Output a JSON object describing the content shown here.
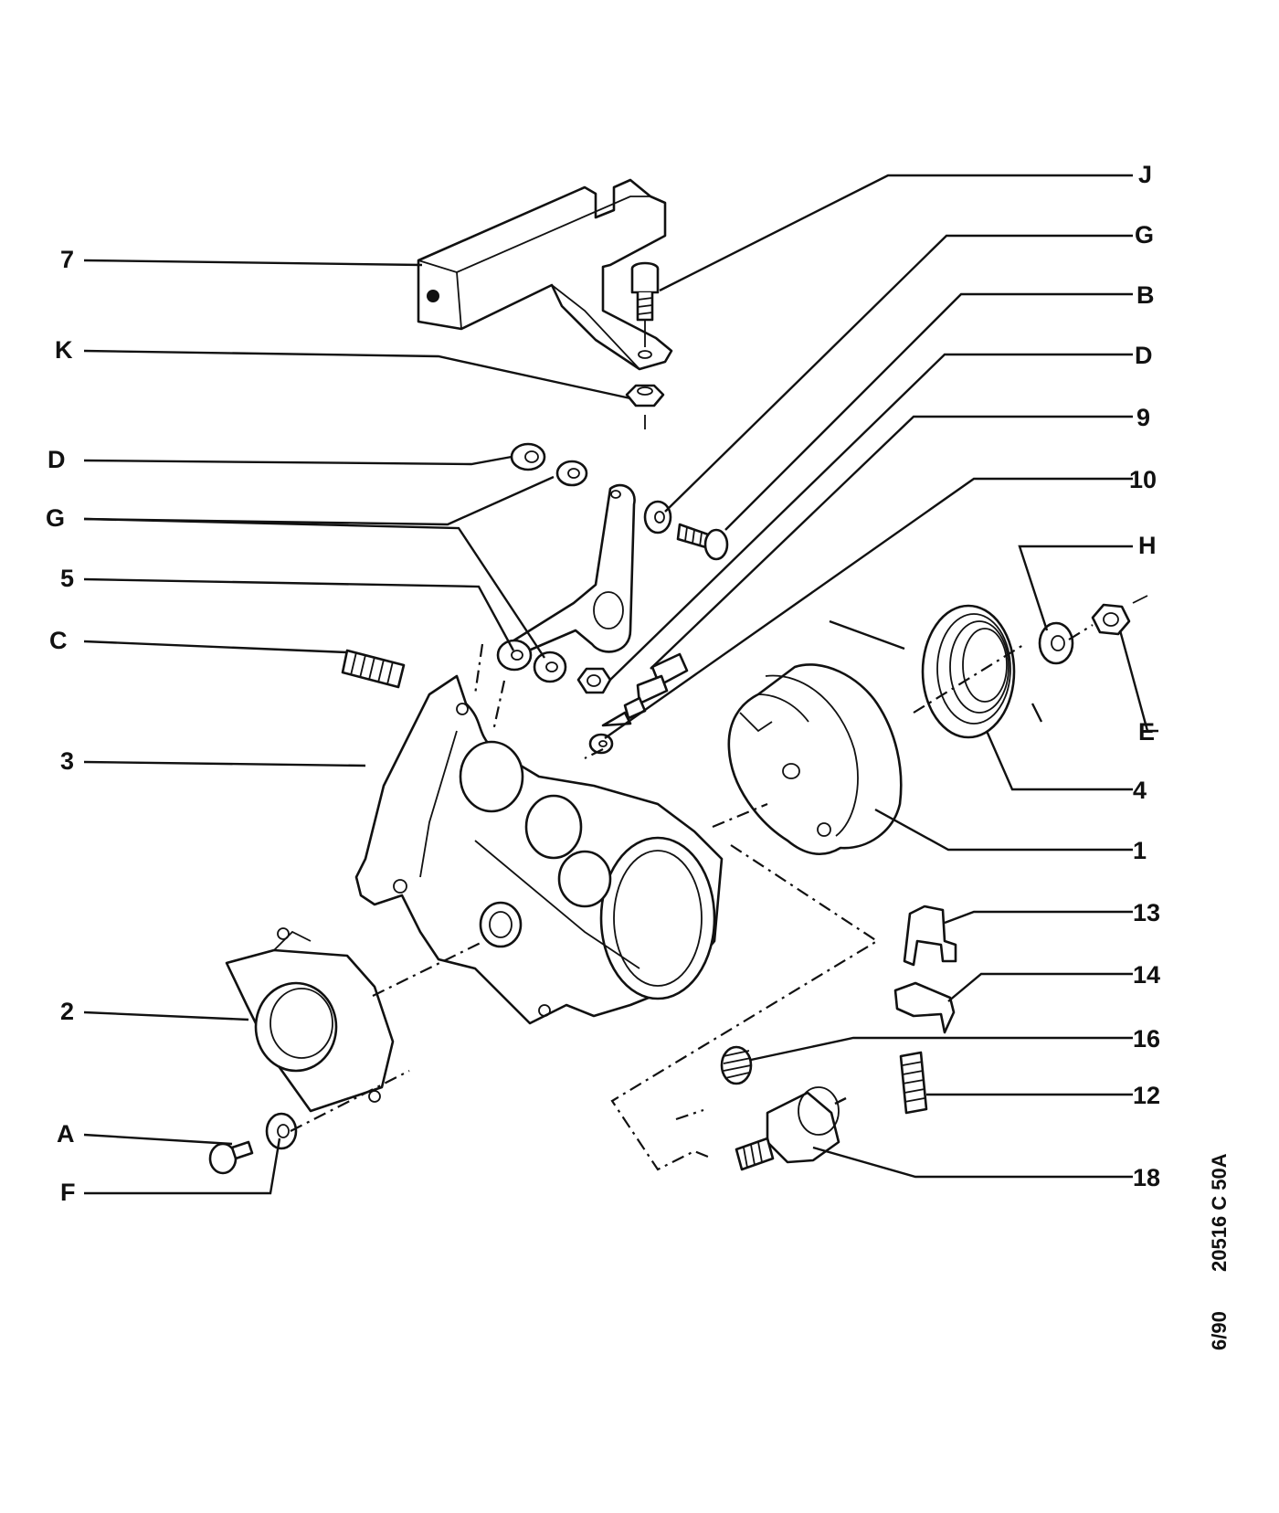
{
  "callouts": {
    "left": [
      "7",
      "K",
      "D",
      "G",
      "5",
      "C",
      "3",
      "2",
      "A",
      "F"
    ],
    "right": [
      "J",
      "G",
      "B",
      "D",
      "9",
      "10",
      "H",
      "E",
      "4",
      "1",
      "13",
      "14",
      "16",
      "12",
      "18"
    ]
  },
  "reference_code": "20516 C 50A",
  "date_code": "6/90"
}
